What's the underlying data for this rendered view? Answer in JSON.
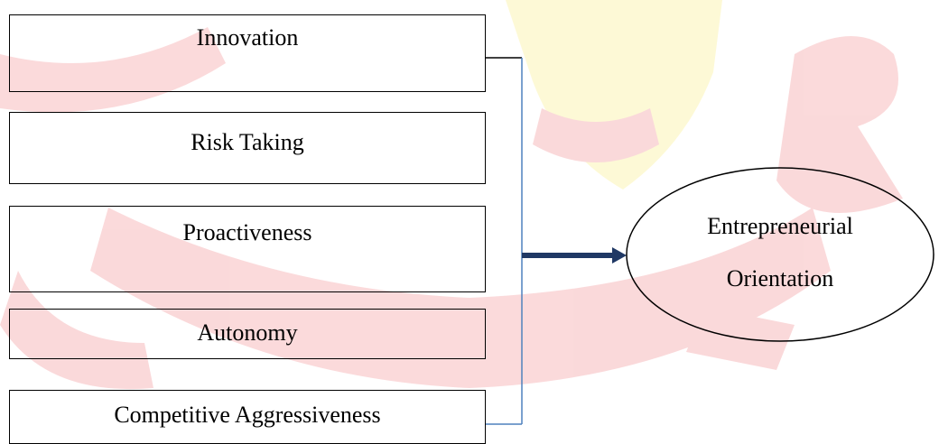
{
  "diagram": {
    "factors": [
      {
        "label": "Innovation"
      },
      {
        "label": "Risk Taking"
      },
      {
        "label": "Proactiveness"
      },
      {
        "label": "Autonomy"
      },
      {
        "label": "Competitive Aggressiveness"
      }
    ],
    "outcome": {
      "line1": "Entrepreneurial",
      "line2": "Orientation"
    }
  },
  "colors": {
    "connector_line": "#4f81bd",
    "arrow": "#1f3864",
    "watermark_red": "#e8323a",
    "watermark_yellow": "#f7e020"
  },
  "watermark_icon": "university-crest-watermark"
}
